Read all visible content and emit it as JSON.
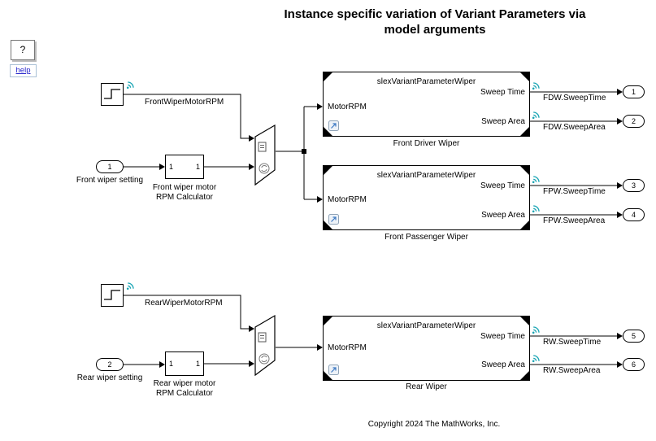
{
  "colors": {
    "teal": "#1AA5B4",
    "link_blue": "#2727CC"
  },
  "title": {
    "line1": "Instance specific variation of Variant Parameters via",
    "line2": "model arguments"
  },
  "help": {
    "question": "?",
    "link": "help"
  },
  "copyright": "Copyright 2024 The MathWorks, Inc.",
  "front": {
    "step_label": "FrontWiperMotorRPM",
    "inport_num": "1",
    "inport_label": "Front wiper setting",
    "calc_in": "1",
    "calc_out": "1",
    "calc_label1": "Front wiper motor",
    "calc_label2": "RPM Calculator"
  },
  "rear": {
    "step_label": "RearWiperMotorRPM",
    "inport_num": "2",
    "inport_label": "Rear wiper setting",
    "calc_in": "1",
    "calc_out": "1",
    "calc_label1": "Rear wiper motor",
    "calc_label2": "RPM Calculator"
  },
  "models": [
    {
      "name": "slexVariantParameterWiper",
      "inport": "MotorRPM",
      "out_top": "Sweep Time",
      "out_bottom": "Sweep Area",
      "caption": "Front Driver Wiper",
      "sig_top": "FDW.SweepTime",
      "sig_bottom": "FDW.SweepArea",
      "port_top": "1",
      "port_bottom": "2"
    },
    {
      "name": "slexVariantParameterWiper",
      "inport": "MotorRPM",
      "out_top": "Sweep Time",
      "out_bottom": "Sweep Area",
      "caption": "Front Passenger Wiper",
      "sig_top": "FPW.SweepTime",
      "sig_bottom": "FPW.SweepArea",
      "port_top": "3",
      "port_bottom": "4"
    },
    {
      "name": "slexVariantParameterWiper",
      "inport": "MotorRPM",
      "out_top": "Sweep Time",
      "out_bottom": "Sweep Area",
      "caption": "Rear Wiper",
      "sig_top": "RW.SweepTime",
      "sig_bottom": "RW.SweepArea",
      "port_top": "5",
      "port_bottom": "6"
    }
  ]
}
